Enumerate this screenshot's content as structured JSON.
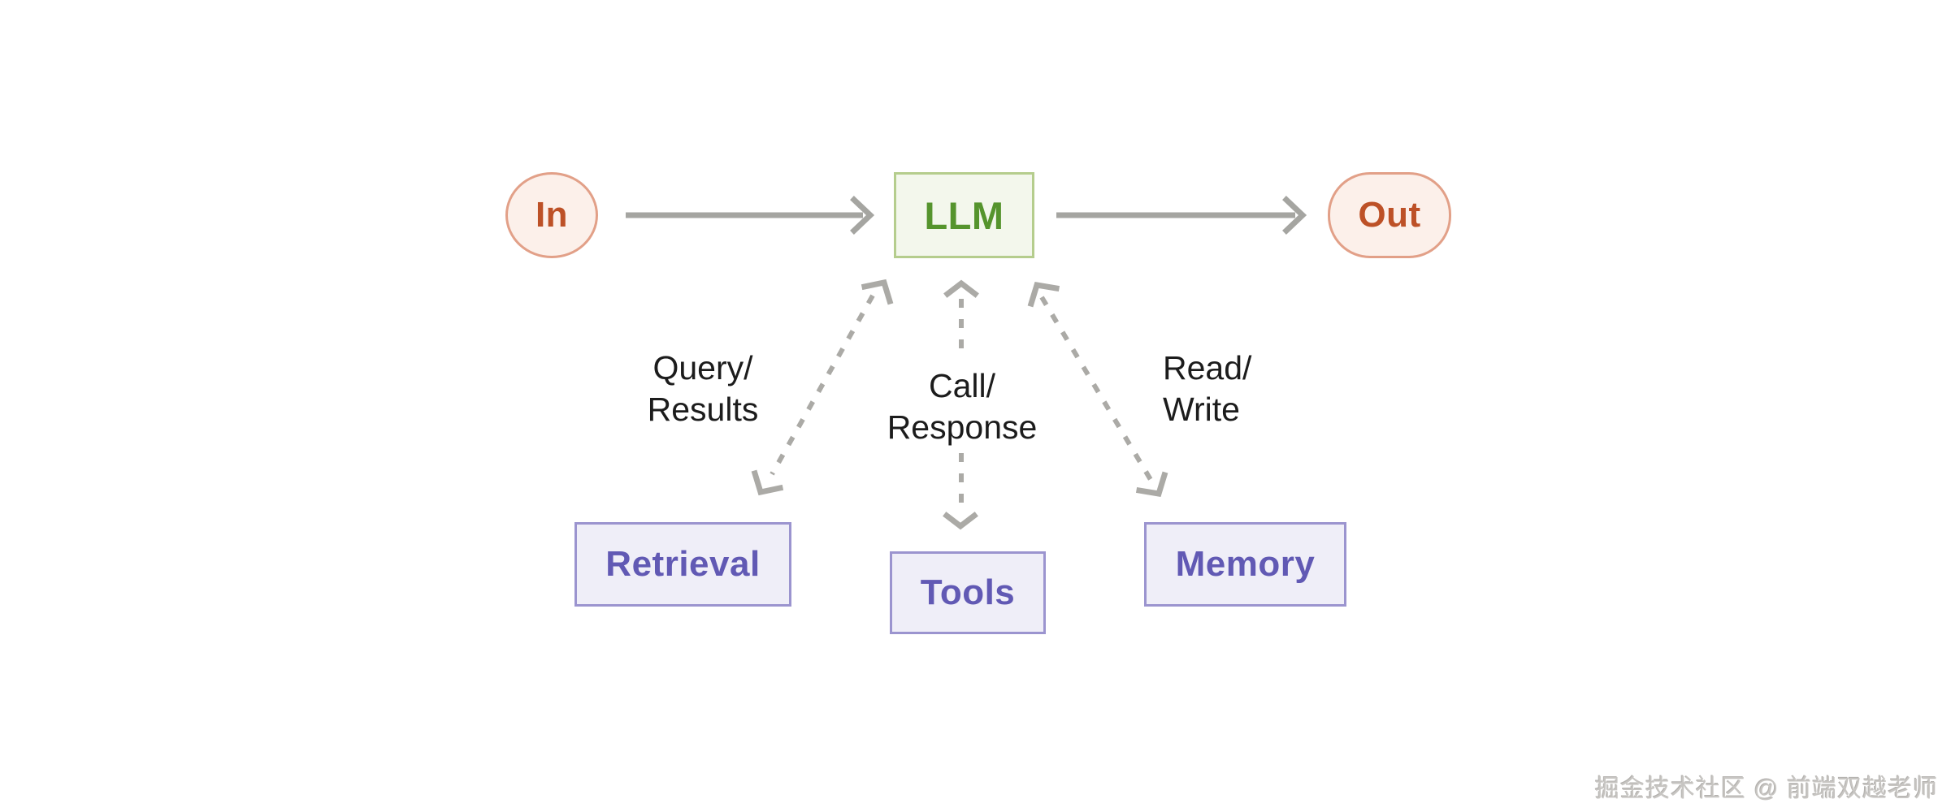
{
  "diagram": {
    "title": "LLM agent flow diagram",
    "nodes": {
      "input": {
        "label": "In"
      },
      "llm": {
        "label": "LLM"
      },
      "output": {
        "label": "Out"
      },
      "retrieval": {
        "label": "Retrieval"
      },
      "tools": {
        "label": "Tools"
      },
      "memory": {
        "label": "Memory"
      }
    },
    "edges": {
      "retrieval": {
        "line1": "Query/",
        "line2": "Results"
      },
      "tools": {
        "line1": "Call/",
        "line2": "Response"
      },
      "memory": {
        "line1": "Read/",
        "line2": "Write"
      }
    }
  },
  "watermark": {
    "text": "掘金技术社区 @ 前端双越老师"
  },
  "colors": {
    "background": "#ffffff",
    "io_node_bg": "#fcf0ea",
    "io_node_border": "#e2a088",
    "io_node_text": "#bd5127",
    "llm_node_bg": "#f3f7ec",
    "llm_node_border": "#b5cd8d",
    "llm_node_text": "#55942d",
    "sub_node_bg": "#efeef8",
    "sub_node_border": "#9b94cf",
    "sub_node_text": "#6159b4",
    "arrow_gray": "#a5a5a1",
    "label_text": "#1c1c1c",
    "watermark_text": "#c7c5c2"
  }
}
